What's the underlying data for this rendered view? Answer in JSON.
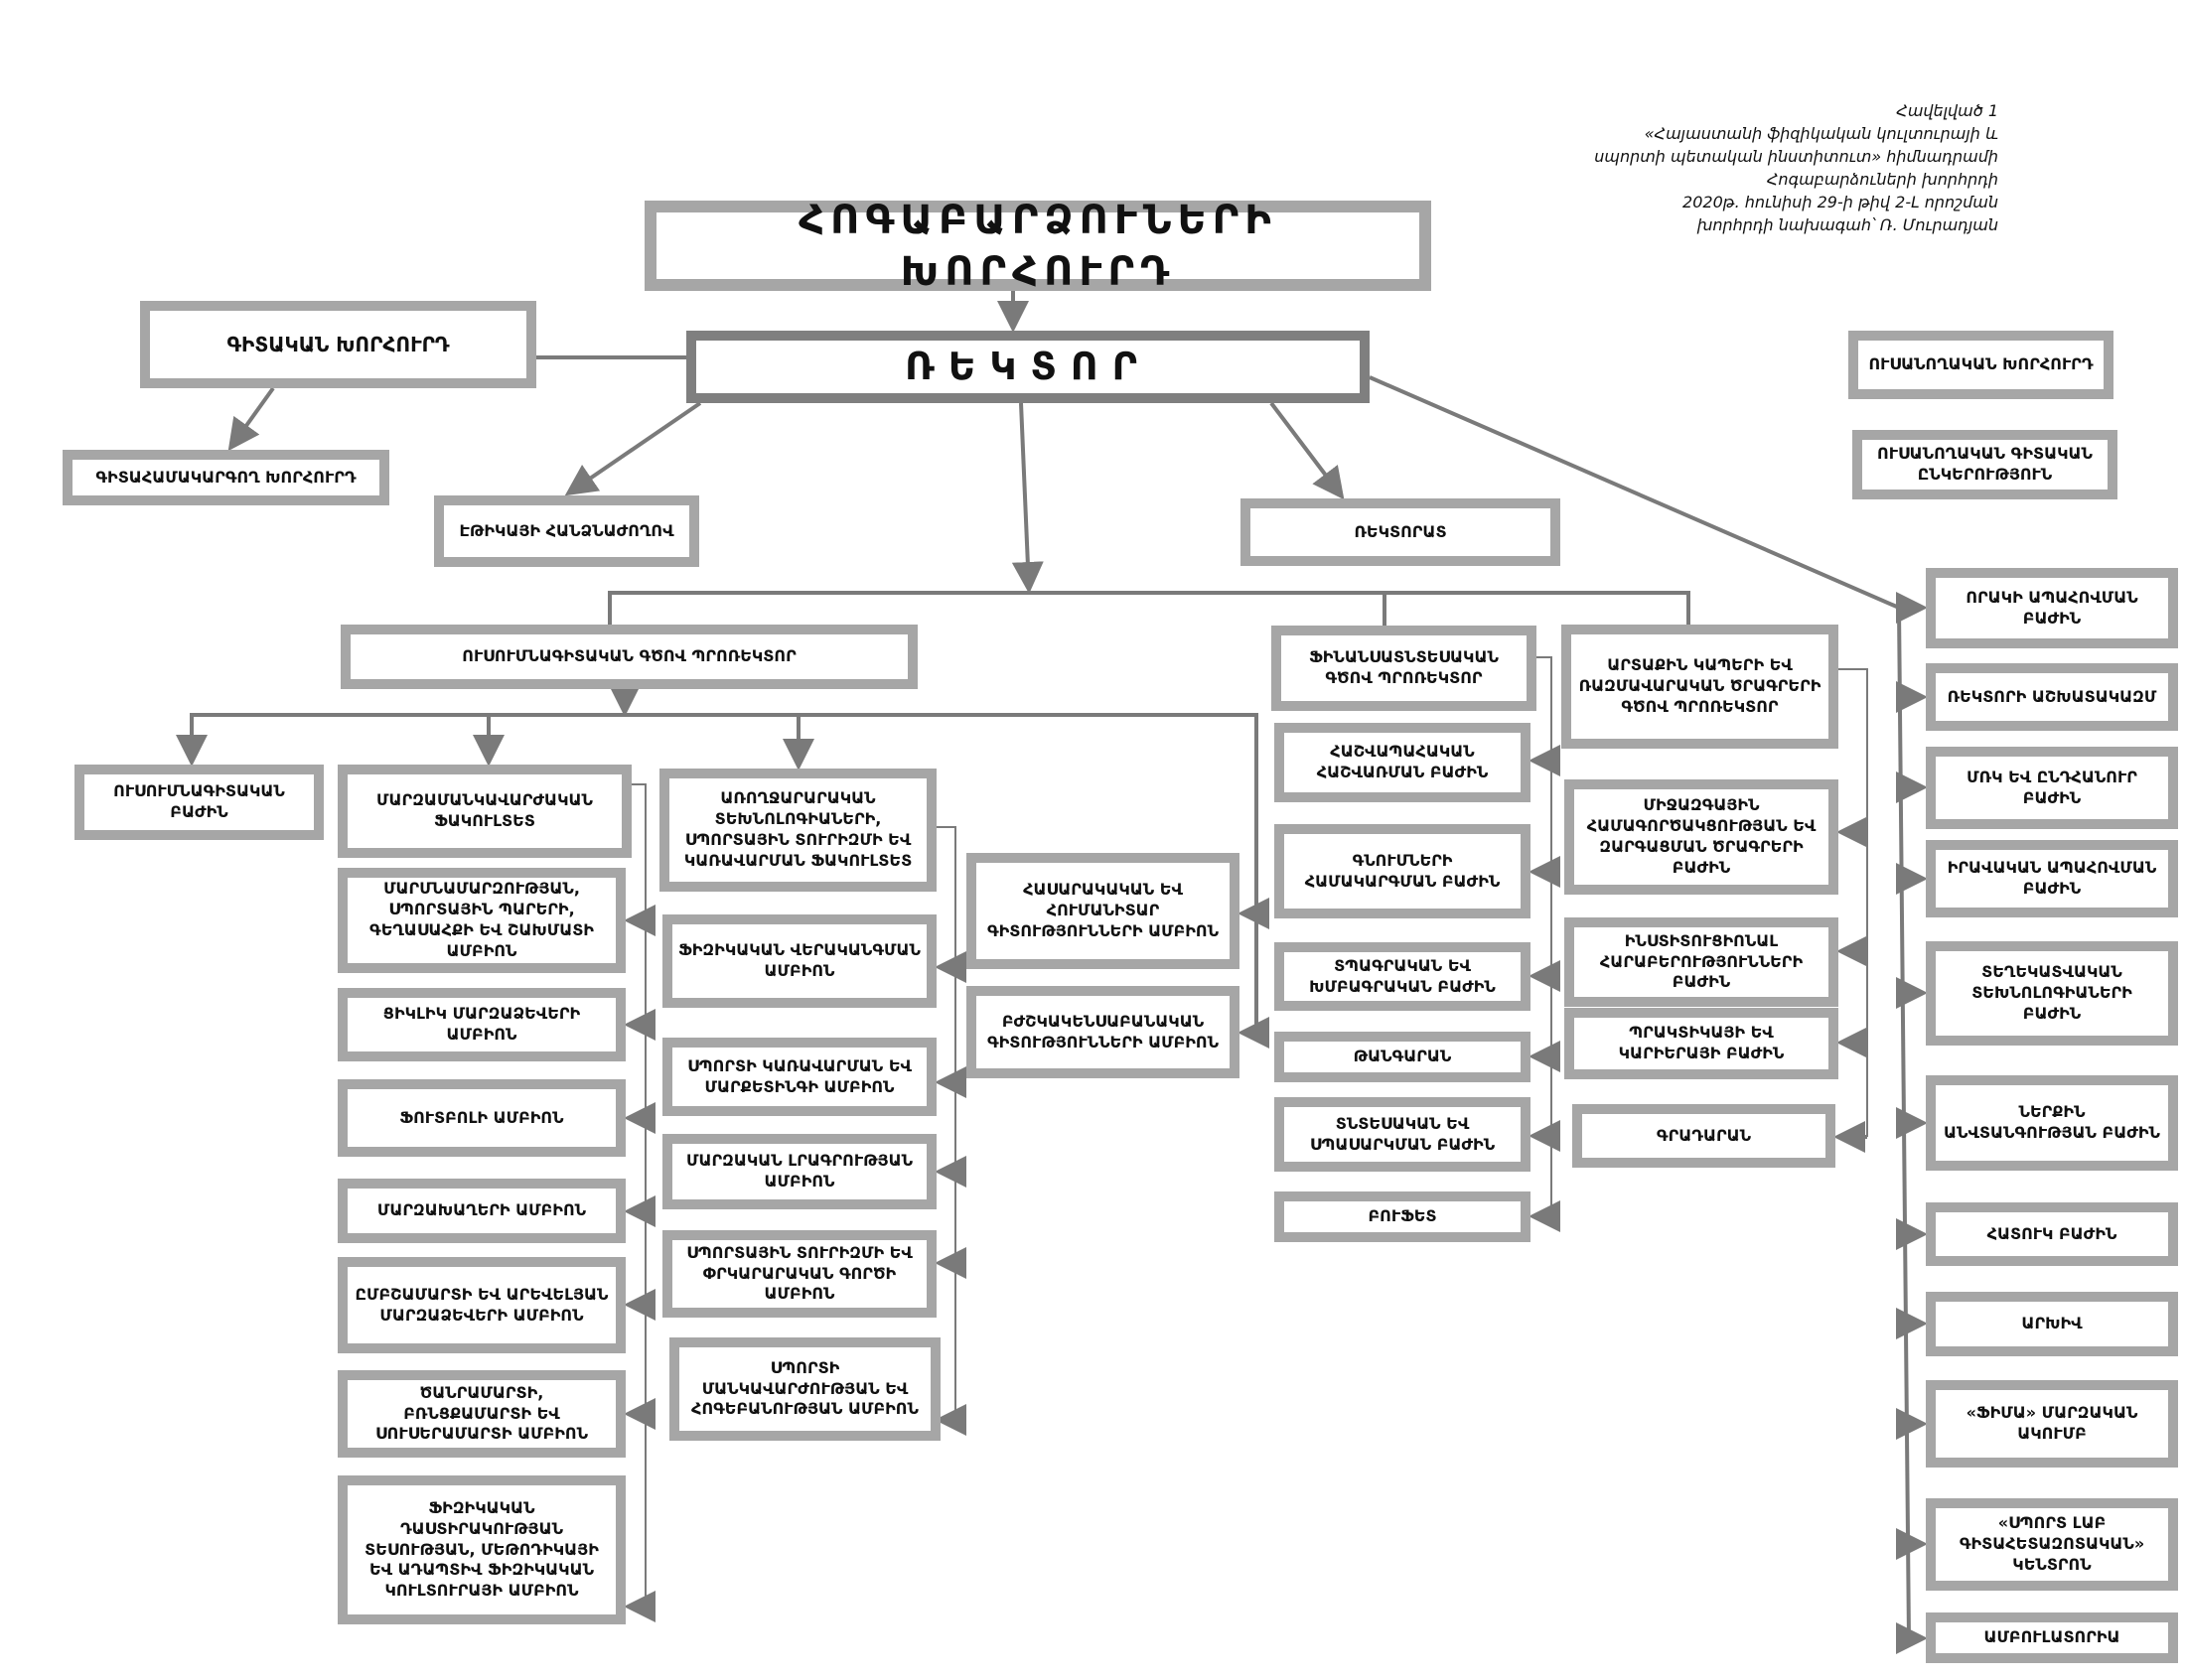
{
  "note": {
    "lines": [
      "Հավելված 1",
      "«Հայաստանի ֆիզիկական կուլտուրայի և",
      "սպորտի պետական ինստիտուտ» հիմնադրամի",
      "Հոգաբարձուների խորհրդի",
      "2020թ. հունիսի 29-ի  թիվ 2-Լ որոշման",
      "խորհրդի նախագահ՝ Ռ. Մուրադյան"
    ]
  },
  "boxes": {
    "board": "ՀՈԳԱԲԱՐՁՈՒՆԵՐԻ ԽՈՐՀՈՒՐԴ",
    "rector": "ՌԵԿՏՈՐ",
    "scientific_council": "ԳԻՏԱԿԱՆ ԽՈՐՀՈՒՐԴ",
    "science_coord_council": "ԳԻՏԱՀԱՄԱԿԱՐԳՈՂ ԽՈՐՀՈՒՐԴ",
    "ethics_committee": "ԷԹԻԿԱՅԻ ՀԱՆՁՆԱԺՈՂՈՎ",
    "rectorate": "ՌԵԿՏՈՐԱՏ",
    "student_council": "ՈՒՍԱՆՈՂԱԿԱՆ ԽՈՐՀՈՒՐԴ",
    "student_sci_society": "ՈՒՍԱՆՈՂԱԿԱՆ ԳԻՏԱԿԱՆ ԸՆԿԵՐՈՒԹՅՈՒՆ",
    "vr_academic": "ՈՒՍՈՒՄՆԱԳԻՏԱԿԱՆ ԳԾՈՎ ՊՐՈՌԵԿՏՈՐ",
    "vr_finance": "ՖԻՆԱՆՍԱՏՆՏԵՍԱԿԱՆ ԳԾՈՎ ՊՐՈՌԵԿՏՈՐ",
    "vr_external": "ԱՐՏԱՔԻՆ ԿԱՊԵՐԻ ԵՎ ՌԱԶՄԱՎԱՐԱԿԱՆ ԾՐԱԳՐԵՐԻ ԳԾՈՎ ՊՐՈՌԵԿՏՈՐ",
    "academic_dept": "ՈՒՍՈՒՄՆԱԳԻՏԱԿԱՆ ԲԱԺԻՆ",
    "fac_sport_ped": "ՄԱՐԶԱՄԱՆԿԱՎԱՐԺԱԿԱՆ ՖԱԿՈՒԼՏԵՏ",
    "fac_health": "ԱՌՈՂՋԱՐԱՐԱԿԱՆ ՏԵԽՆՈԼՈԳԻԱՆԵՐԻ, ՍՊՈՐՏԱՅԻՆ ՏՈՒՐԻԶՄԻ ԵՎ ԿԱՌԱՎԱՐՄԱՆ ՖԱԿՈՒԼՏԵՏ",
    "ch_gymnastics": "ՄԱՐՄՆԱՄԱՐԶՈՒԹՅԱՆ, ՍՊՈՐՏԱՅԻՆ ՊԱՐԵՐԻ, ԳԵՂԱՍԱՀՔԻ ԵՎ ՇԱԽՄԱՏԻ ԱՄԲԻՈՆ",
    "ch_cyclic": "ՑԻԿԼԻԿ ՄԱՐԶԱՁԵՎԵՐԻ ԱՄԲԻՈՆ",
    "ch_football": "ՖՈՒՏԲՈԼԻ ԱՄԲԻՈՆ",
    "ch_games": "ՄԱՐԶԱԽԱՂԵՐԻ ԱՄԲԻՈՆ",
    "ch_wrestling": "ԸՄԲՇԱՄԱՐՏԻ ԵՎ ԱՐԵՎԵԼՅԱՆ ՄԱՐԶԱՁԵՎԵՐԻ ԱՄԲԻՈՆ",
    "ch_weightlifting": "ԾԱՆՐԱՄԱՐՏԻ, ԲՌՆՑՔԱՄԱՐՏԻ ԵՎ ՍՈՒՍԵՐԱՄԱՐՏԻ ԱՄԲԻՈՆ",
    "ch_pe_theory": "ՖԻԶԻԿԱԿԱՆ ԴԱՍՏԻՐԱԿՈՒԹՅԱՆ ՏԵՍՈՒԹՅԱՆ, ՄԵԹՈԴԻԿԱՅԻ ԵՎ ԱԴԱՊՏԻՎ ՖԻԶԻԿԱԿԱՆ ԿՈՒԼՏՈՒՐԱՅԻ ԱՄԲԻՈՆ",
    "ch_rehab": "ՖԻԶԻԿԱԿԱՆ ՎԵՐԱԿԱՆԳՄԱՆ ԱՄԲԻՈՆ",
    "ch_sport_mgmt": "ՍՊՈՐՏԻ ԿԱՌԱՎԱՐՄԱՆ ԵՎ ՄԱՐՔԵՏԻՆԳԻ ԱՄԲԻՈՆ",
    "ch_journalism": "ՄԱՐԶԱԿԱՆ ԼՐԱԳՐՈՒԹՅԱՆ ԱՄԲԻՈՆ",
    "ch_tourism": "ՍՊՈՐՏԱՅԻՆ ՏՈՒՐԻԶՄԻ ԵՎ ՓՐԿԱՐԱՐԱԿԱՆ ԳՈՐԾԻ ԱՄԲԻՈՆ",
    "ch_psychology": "ՍՊՈՐՏԻ ՄԱՆԿԱՎԱՐԺՈՒԹՅԱՆ ԵՎ ՀՈԳԵԲԱՆՈՒԹՅԱՆ  ԱՄԲԻՈՆ",
    "ch_humanities": "ՀԱՍԱՐԱԿԱԿԱՆ ԵՎ ՀՈՒՄԱՆԻՏԱՐ ԳԻՏՈՒԹՅՈՒՆՆԵՐԻ ԱՄԲԻՈՆ",
    "ch_medical": "ԲԺՇԿԱԿԵՆՍԱԲԱՆԱԿԱՆ ԳԻՏՈՒԹՅՈՒՆՆԵՐԻ ԱՄԲԻՈՆ",
    "fin_accounting": "ՀԱՇՎԱՊԱՀԱԿԱՆ ՀԱՇՎԱՌՄԱՆ ԲԱԺԻՆ",
    "fin_procurement": "ԳՆՈՒՄՆԵՐԻ ՀԱՄԱԿԱՐԳՄԱՆ ԲԱԺԻՆ",
    "fin_printing": "ՏՊԱԳՐԱԿԱՆ ԵՎ ԽՄԲԱԳՐԱԿԱՆ ԲԱԺԻՆ",
    "fin_museum": "ԹԱՆԳԱՐԱՆ",
    "fin_economic": "ՏՆՏԵՍԱԿԱՆ ԵՎ ՍՊԱՍԱՐԿՄԱՆ ԲԱԺԻՆ",
    "fin_buffet": "ԲՈՒՖԵՏ",
    "ext_international": "ՄԻՋԱԶԳԱՅԻՆ ՀԱՄԱԳՈՐԾԱԿՑՈՒԹՅԱՆ ԵՎ ԶԱՐԳԱՑՄԱՆ ԾՐԱԳՐԵՐԻ ԲԱԺԻՆ",
    "ext_institutional": "ԻՆՍՏԻՏՈՒՑԻՈՆԱԼ ՀԱՐԱԲԵՐՈՒԹՅՈՒՆՆԵՐԻ ԲԱԺԻՆ",
    "ext_career": "ՊՐԱԿՏԻԿԱՅԻ ԵՎ ԿԱՐԻԵՐԱՅԻ ԲԱԺԻՆ",
    "ext_library": "ԳՐԱԴԱՐԱՆ",
    "r_quality": "ՈՐԱԿԻ ԱՊԱՀՈՎՄԱՆ ԲԱԺԻՆ",
    "r_staff": "ՌԵԿՏՈՐԻ ԱՇԽԱՏԱԿԱԶՄ",
    "r_hr": "ՄՌԿ ԵՎ ԸՆԴՀԱՆՈՒՐ ԲԱԺԻՆ",
    "r_legal": "ԻՐԱՎԱԿԱՆ ԱՊԱՀՈՎՄԱՆ ԲԱԺԻՆ",
    "r_it": "ՏԵՂԵԿԱՏՎԱԿԱՆ ՏԵԽՆՈԼՈԳԻԱՆԵՐԻ ԲԱԺԻՆ",
    "r_security": "ՆԵՐՔԻՆ ԱՆՎՏԱՆԳՈՒԹՅԱՆ ԲԱԺԻՆ",
    "r_special": "ՀԱՏՈՒԿ ԲԱԺԻՆ",
    "r_archive": "ԱՐԽԻՎ",
    "r_fima": "«ՖԻՄԱ» ՄԱՐԶԱԿԱՆ ԱԿՈՒՄԲ",
    "r_sportlab": "«ՍՊՈՐՏ ԼԱԲ ԳԻՏԱՀԵՏԱԶՈՏԱԿԱՆ» ԿԵՆՏՐՈՆ",
    "r_ambulatory": "ԱՄԲՈՒԼԱՏՈՐԻԱ"
  }
}
